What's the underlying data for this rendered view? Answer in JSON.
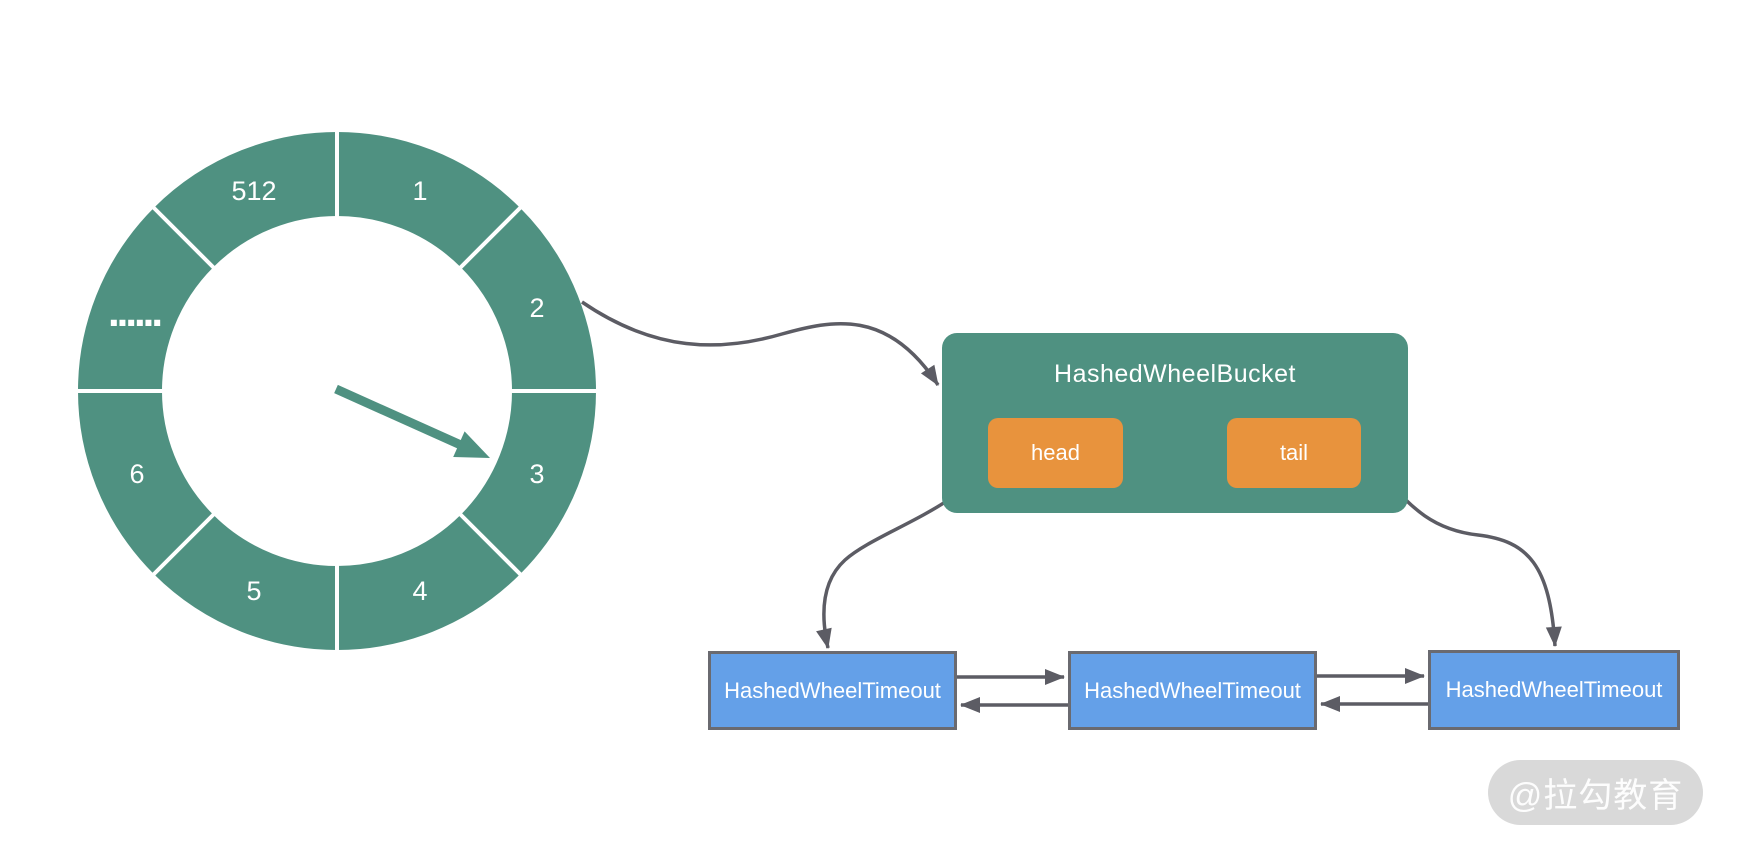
{
  "colors": {
    "wheel_teal": "#4F9181",
    "node_orange": "#E8933D",
    "timeout_blue": "#64A0E8",
    "arrow_gray": "#5C5C64",
    "timeout_border_gray": "#6A6A70",
    "watermark_bg": "#D9D9D9",
    "label_white": "#FFFFFF"
  },
  "wheel": {
    "slots": [
      {
        "label": "1"
      },
      {
        "label": "2"
      },
      {
        "label": "3"
      },
      {
        "label": "4"
      },
      {
        "label": "5"
      },
      {
        "label": "6"
      },
      {
        "label": "......"
      },
      {
        "label": "512"
      }
    ]
  },
  "bucket": {
    "title": "HashedWheelBucket",
    "head_label": "head",
    "tail_label": "tail"
  },
  "timeouts": [
    {
      "label": "HashedWheelTimeout"
    },
    {
      "label": "HashedWheelTimeout"
    },
    {
      "label": "HashedWheelTimeout"
    }
  ],
  "watermark": {
    "text": "@拉勾教育"
  }
}
